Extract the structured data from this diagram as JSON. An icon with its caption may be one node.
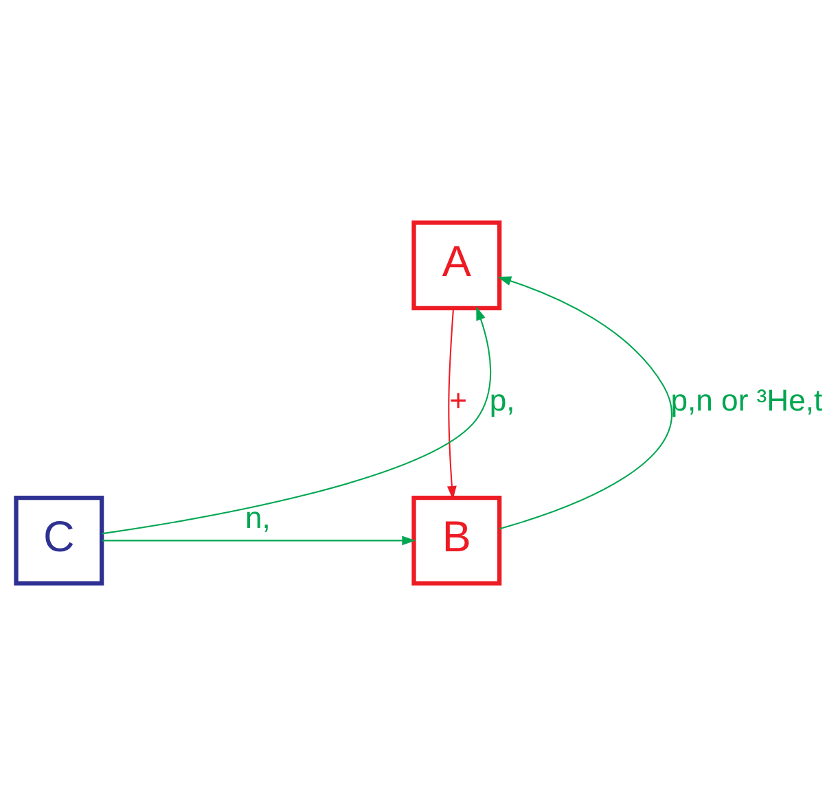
{
  "diagram": {
    "nodes": [
      {
        "text": [
          "A"
        ]
      },
      {
        "text": [
          "C"
        ]
      },
      {
        "text": [
          "B"
        ]
      }
    ],
    "edges": [
      {
        "from": 2,
        "to": 0,
        "arrow": "to",
        "label": "p,n or ³He,t"
      },
      {
        "from": 0,
        "to": 2,
        "arrow": "to",
        "label": "+",
        "color": "#ed1c24"
      },
      {
        "from": 1,
        "to": 0,
        "arrow": "to",
        "label": "p,"
      },
      {
        "from": 1,
        "to": 2,
        "arrow": "to",
        "label": "n,"
      }
    ]
  }
}
